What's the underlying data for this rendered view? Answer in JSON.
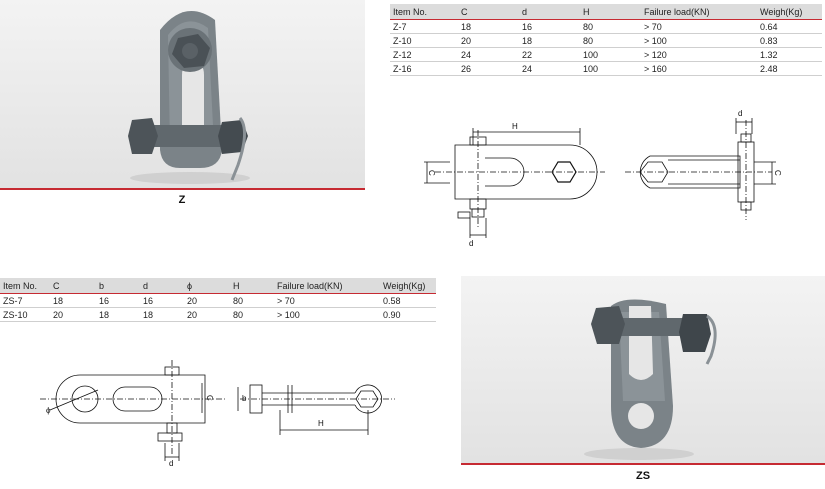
{
  "z": {
    "caption": "Z",
    "table": {
      "headers": [
        "Item No.",
        "C",
        "d",
        "H",
        "Failure load(KN)",
        "Weigh(Kg)"
      ],
      "rows": [
        [
          "Z-7",
          "18",
          "16",
          "80",
          "> 70",
          "0.64"
        ],
        [
          "Z-10",
          "20",
          "18",
          "80",
          "> 100",
          "0.83"
        ],
        [
          "Z-12",
          "24",
          "22",
          "100",
          "> 120",
          "1.32"
        ],
        [
          "Z-16",
          "26",
          "24",
          "100",
          "> 160",
          "2.48"
        ]
      ]
    },
    "drawing_labels": {
      "h": "H",
      "c": "C",
      "d": "d",
      "d2": "d",
      "c2": "C"
    }
  },
  "zs": {
    "caption": "ZS",
    "table": {
      "headers": [
        "Item No.",
        "C",
        "b",
        "d",
        "ϕ",
        "H",
        "Failure load(KN)",
        "Weigh(Kg)"
      ],
      "rows": [
        [
          "ZS-7",
          "18",
          "16",
          "16",
          "20",
          "80",
          "> 70",
          "0.58"
        ],
        [
          "ZS-10",
          "20",
          "18",
          "18",
          "20",
          "80",
          "> 100",
          "0.90"
        ]
      ]
    },
    "drawing_labels": {
      "phi": "ϕ",
      "c": "C",
      "d": "d",
      "b": "b",
      "h": "H"
    }
  },
  "colors": {
    "accent": "#c62a32",
    "metal": "#6e767b"
  }
}
